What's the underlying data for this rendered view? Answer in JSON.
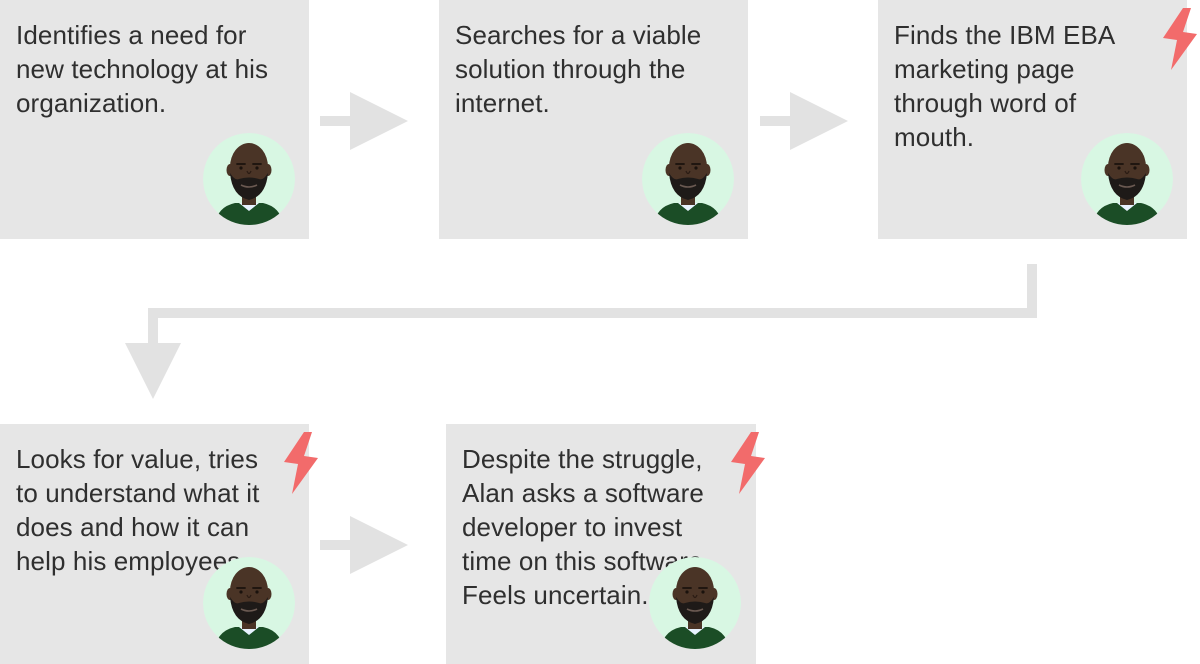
{
  "steps": [
    {
      "text": "Identifies a need for new technology at his organization.",
      "pain_point": false
    },
    {
      "text": "Searches for a viable solution through the internet.",
      "pain_point": false
    },
    {
      "text": "Finds the IBM EBA marketing page through word of mouth.",
      "pain_point": true
    },
    {
      "text": "Looks for value, tries to understand what it does and how it can help his employees.",
      "pain_point": true
    },
    {
      "text": "Despite the struggle, Alan asks a software developer to invest time on this software. Feels uncertain.",
      "pain_point": true
    }
  ],
  "colors": {
    "card": "#e6e6e6",
    "text": "#2f2f2f",
    "arrow": "#e2e2e2",
    "pain_point": "#f26b6b",
    "avatar_bg": "#d8f7e3",
    "skin": "#4a3426",
    "beard": "#1e1a18",
    "shirt": "#1b4d26"
  },
  "icons": {
    "avatar": "person-avatar-icon",
    "pain_point": "lightning-bolt-icon",
    "arrow": "arrow-right-icon"
  }
}
